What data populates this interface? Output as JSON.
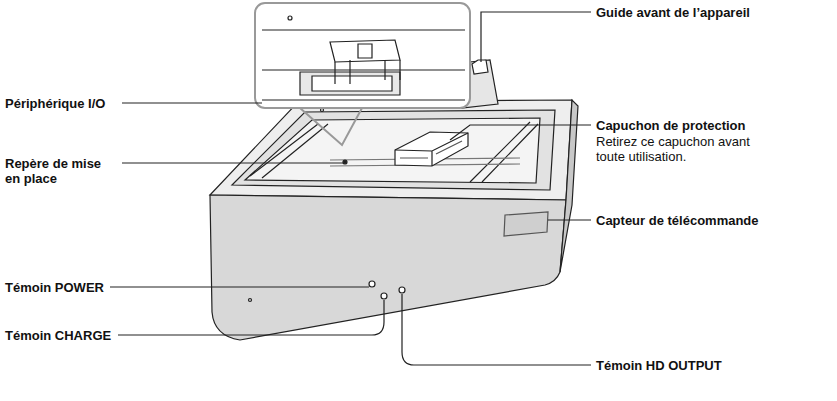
{
  "diagram": {
    "labels": [
      "Périphérique I/O",
      "Repère de mise en place",
      "Témoin POWER",
      "Témoin CHARGE",
      "Guide avant de l’appareil",
      "Capuchon de protection",
      "Retirez ce capuchon avant toute utilisation.",
      "Capteur de télécommande",
      "Témoin HD OUTPUT"
    ]
  }
}
